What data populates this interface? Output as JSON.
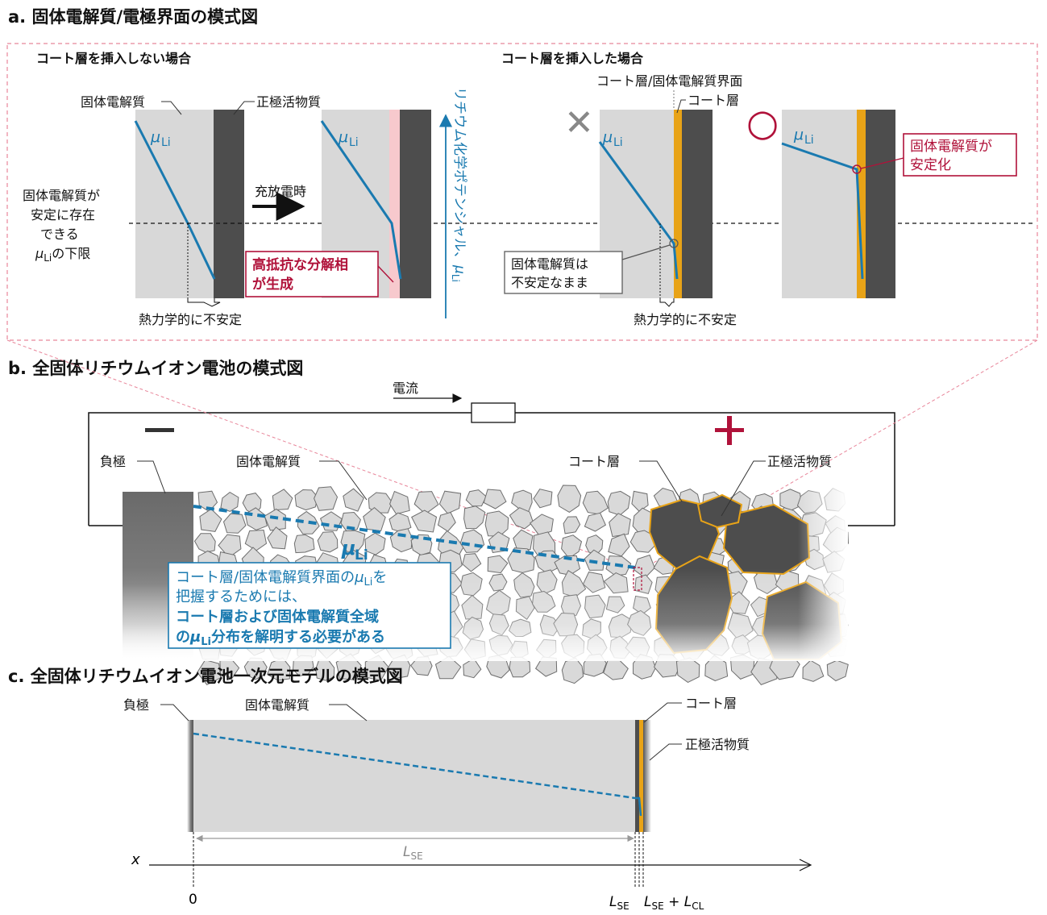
{
  "sections": {
    "a_title": "a. 固体電解質/電極界面の模式図",
    "b_title": "b. 全固体リチウムイオン電池の模式図",
    "c_title": "c. 全固体リチウムイオン電池一次元モデルの模式図"
  },
  "panel_a": {
    "left_heading": "コート層を挿入しない場合",
    "right_heading": "コート層を挿入した場合",
    "solid_electrolyte": "固体電解質",
    "cathode_active": "正極活物質",
    "mu": "μ",
    "mu_sub": "Li",
    "charge_discharge": "充放電時",
    "lower_limit_lines": [
      "固体電解質が",
      "安定に存在",
      "できる"
    ],
    "lower_limit_mu": "μ",
    "lower_limit_sub": "Li",
    "lower_limit_tail": "の下限",
    "unstable": "熱力学的に不安定",
    "decomp_lines": [
      "高抵抗な分解相",
      "が生成"
    ],
    "axis_label": "リチウム化学ポテンシャル、",
    "axis_mu": "μ",
    "axis_sub": "Li",
    "interface_label": "コート層/固体電解質界面",
    "coat_layer": "コート層",
    "cross_mark": "✕",
    "circle_mark": "○",
    "remains_unstable_lines": [
      "固体電解質は",
      "不安定なまま"
    ],
    "stabilized_lines": [
      "固体電解質が",
      "安定化"
    ]
  },
  "panel_b": {
    "current": "電流",
    "minus": "−",
    "plus": "+",
    "anode": "負極",
    "solid_electrolyte": "固体電解質",
    "coat_layer": "コート層",
    "cathode_active": "正極活物質",
    "mu": "μ",
    "mu_sub": "Li",
    "note_line1_a": "コート層/固体電解質界面の",
    "note_line1_mu": "μ",
    "note_line1_sub": "Li",
    "note_line1_b": "を",
    "note_line2": "把握するためには、",
    "note_line3": "コート層および固体電解質全域",
    "note_line4_a": "の",
    "note_line4_mu": "μ",
    "note_line4_sub": "Li",
    "note_line4_b": "分布を解明する必要がある"
  },
  "panel_c": {
    "anode": "負極",
    "solid_electrolyte": "固体電解質",
    "coat_layer": "コート層",
    "cathode_active": "正極活物質",
    "axis_x": "x",
    "zero": "0",
    "L": "L",
    "SE": "SE",
    "plus": " + ",
    "CL": "CL"
  },
  "colors": {
    "blue": "#1a7ab0",
    "red": "#b0123a",
    "coat": "#e8a317",
    "electrolyte": "#d8d8d8",
    "active": "#4d4d4d"
  }
}
